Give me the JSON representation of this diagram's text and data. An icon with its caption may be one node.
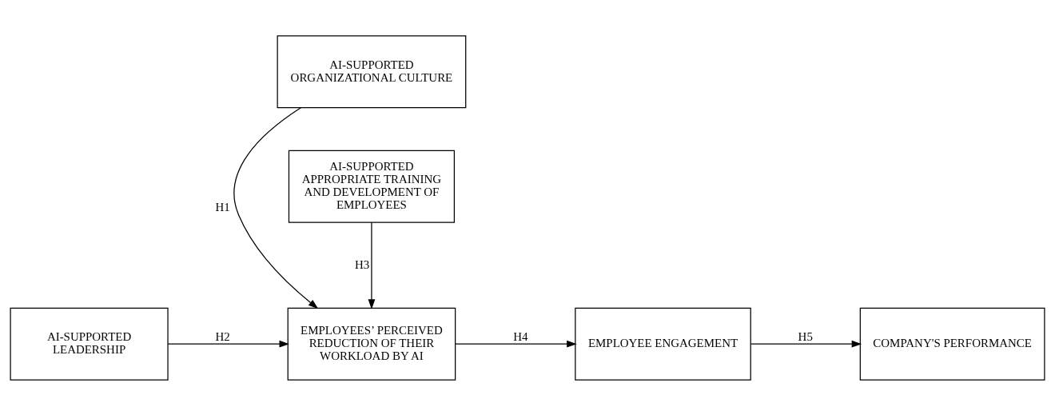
{
  "diagram": {
    "nodes": [
      {
        "text": [
          "AI-SUPPORTED ORGANIZATIONAL CULTURE"
        ]
      },
      {
        "text": [
          "AI-SUPPORTED LEADERSHIP"
        ]
      },
      {
        "text": [
          "EMPLOYEES’ PERCEIVED REDUCTION OF THEIR WORKLOAD BY AI"
        ]
      },
      {
        "text": [
          "EMPLOYEE ENGAGEMENT"
        ]
      },
      {
        "text": [
          "COMPANY'S PERFORMANCE"
        ]
      },
      {
        "text": [
          "AI-SUPPORTED APPROPRIATE TRAINING AND DEVELOPMENT OF EMPLOYEES"
        ]
      }
    ],
    "edges": [
      {
        "from": 0,
        "to": 2,
        "arrow": "to",
        "label": "H1"
      },
      {
        "from": 1,
        "to": 2,
        "arrow": "to",
        "label": "H2"
      },
      {
        "from": 5,
        "to": 2,
        "arrow": "to",
        "label": "H3"
      },
      {
        "from": 2,
        "to": 3,
        "arrow": "to",
        "label": "H4"
      },
      {
        "from": 3,
        "to": 4,
        "arrow": "to",
        "label": "H5"
      }
    ]
  }
}
